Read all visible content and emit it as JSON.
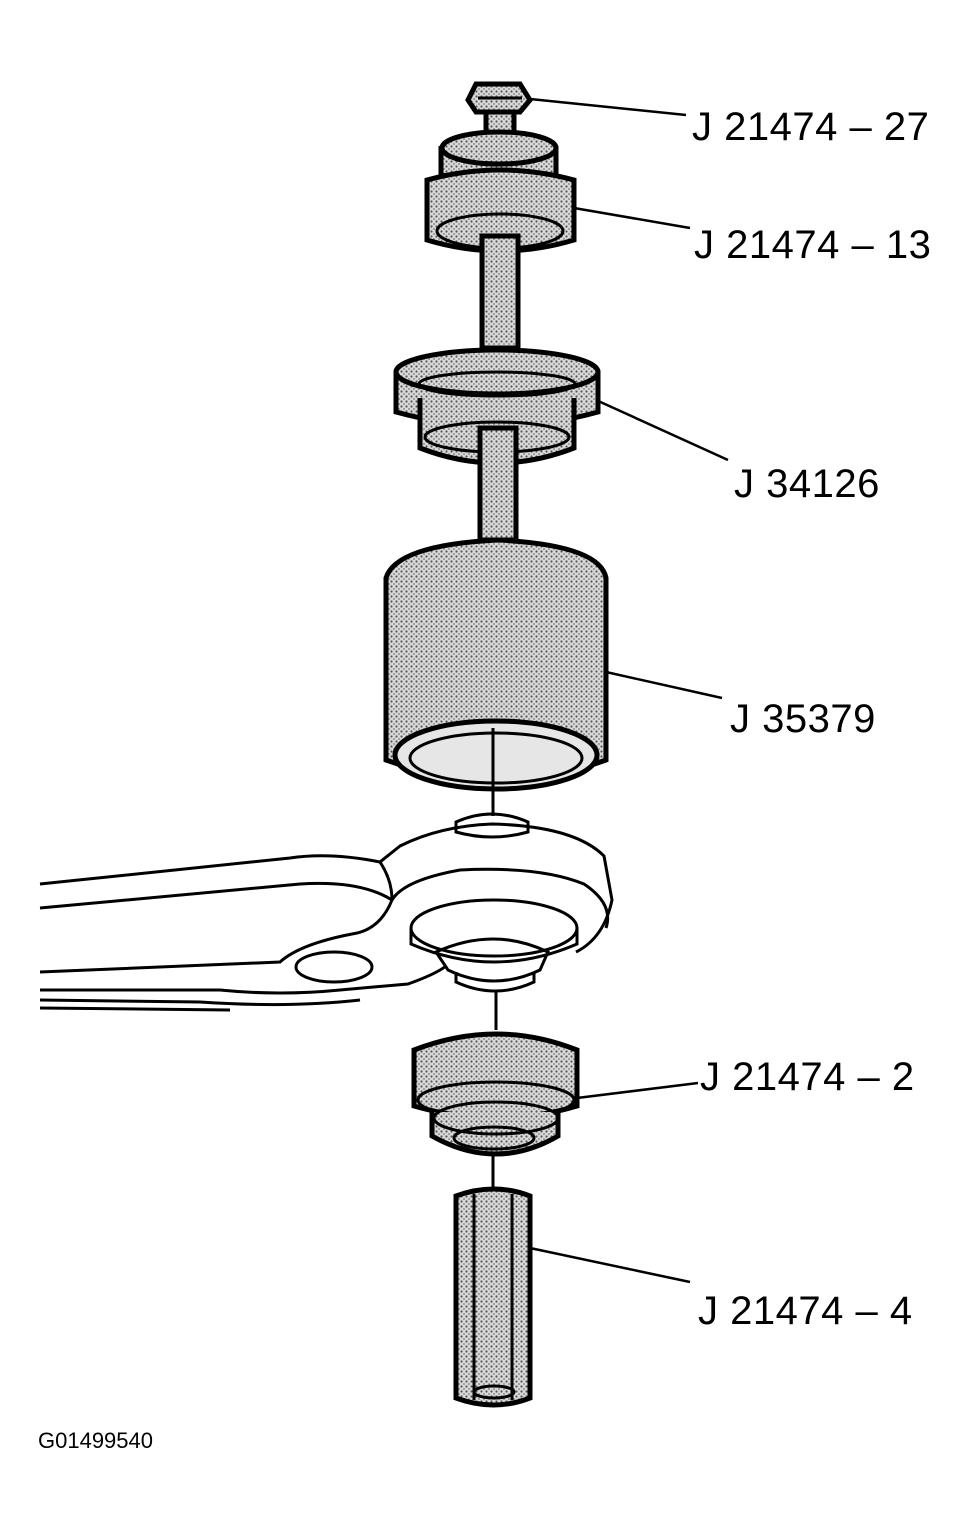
{
  "labels": {
    "j21474_27": "J 21474 – 27",
    "j21474_13": "J 21474 – 13",
    "j34126": "J 34126",
    "j35379": "J 35379",
    "j21474_2": "J 21474 – 2",
    "j21474_4": "J 21474 – 4"
  },
  "figure_id": "G01499540",
  "colors": {
    "ink": "#000000",
    "paper": "#ffffff",
    "stipple": "#c8c8c8"
  }
}
